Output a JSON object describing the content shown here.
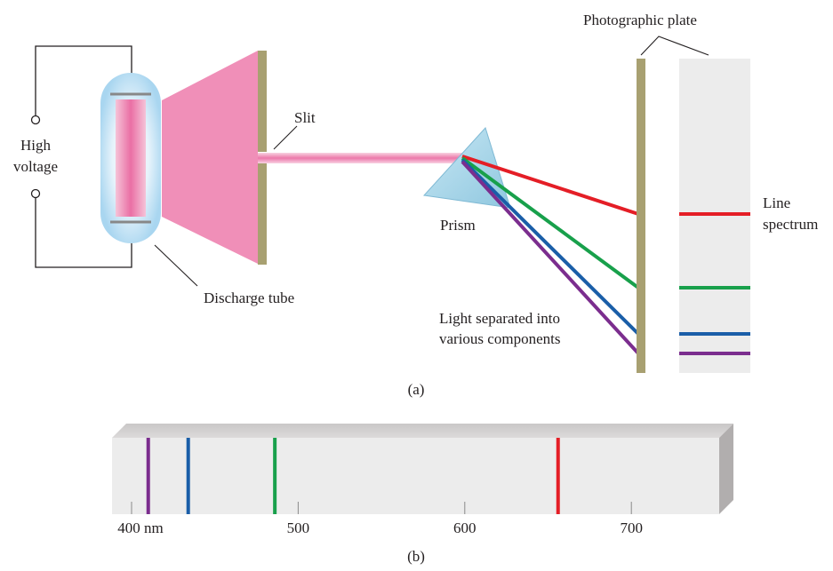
{
  "labels": {
    "high_voltage": [
      "High",
      "voltage"
    ],
    "discharge_tube": "Discharge tube",
    "slit": "Slit",
    "prism": "Prism",
    "light_separated": [
      "Light separated into",
      "various components"
    ],
    "photographic_plate": "Photographic plate",
    "line_spectrum": [
      "Line",
      "spectrum"
    ],
    "caption_a": "(a)",
    "caption_b": "(b)"
  },
  "spectrum_scale": {
    "ticks": [
      "400 nm",
      "500",
      "600",
      "700"
    ],
    "tick_values": [
      400,
      500,
      600,
      700
    ]
  },
  "spectral_lines": [
    {
      "color_name": "violet",
      "color": "#7b2d8e",
      "wavelength_nm": 410
    },
    {
      "color_name": "blue",
      "color": "#1a5ea8",
      "wavelength_nm": 434
    },
    {
      "color_name": "green",
      "color": "#18a04b",
      "wavelength_nm": 486
    },
    {
      "color_name": "red",
      "color": "#e41e26",
      "wavelength_nm": 656
    }
  ],
  "colors": {
    "tube_glow": "#f08fb8",
    "plate": "#a8a071",
    "prism": "#a9d6ea",
    "screen": "#ececec"
  }
}
